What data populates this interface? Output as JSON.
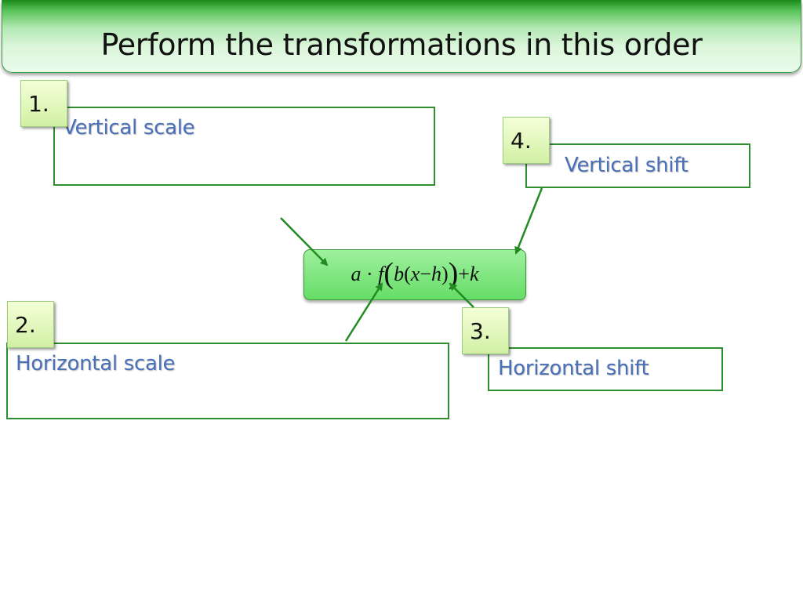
{
  "title": "Perform the transformations in this order",
  "formula": {
    "a": "a",
    "dot": "·",
    "f": "f",
    "open_big": "(",
    "b": "b",
    "open_small": "(",
    "x": "x",
    "minus": "−",
    "h": "h",
    "close_small": ")",
    "close_big": ")",
    "plus": "+",
    "k": "k"
  },
  "steps": [
    {
      "number": "1.",
      "label": "Vertical scale"
    },
    {
      "number": "2.",
      "label": "Horizontal scale"
    },
    {
      "number": "3.",
      "label": "Horizontal shift"
    },
    {
      "number": "4.",
      "label": "Vertical shift"
    }
  ],
  "colors": {
    "accent_green": "#2f8f2f",
    "label_blue": "#4a70b8",
    "formula_fill": "#66dd66"
  }
}
